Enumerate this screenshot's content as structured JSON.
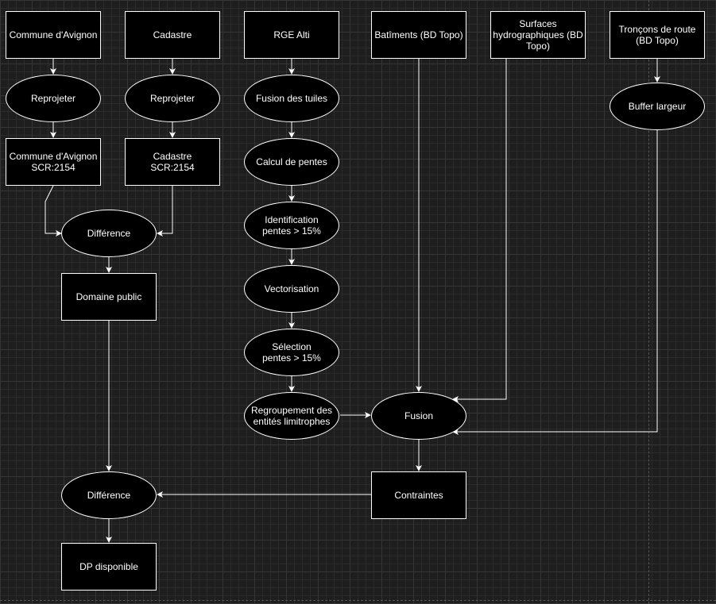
{
  "nodes": {
    "commune": "Commune d'Avignon",
    "cadastre": "Cadastre",
    "rge": "RGE Alti",
    "batiments": "Batîments (BD Topo)",
    "surfaces": "Surfaces\nhydrographiques (BD\nTopo)",
    "troncons": "Tronçons de route\n(BD Topo)",
    "reprojeter1": "Reprojeter",
    "reprojeter2": "Reprojeter",
    "fusion_tuiles": "Fusion des tuiles",
    "buffer": "Buffer largeur",
    "commune_scr": "Commune d'Avignon\nSCR:2154",
    "cadastre_scr": "Cadastre\nSCR:2154",
    "calcul_pentes": "Calcul de pentes",
    "difference1": "Différence",
    "identification": "Identification\npentes > 15%",
    "domaine_public": "Domaine public",
    "vectorisation": "Vectorisation",
    "selection": "Sélection\npentes > 15%",
    "regroupement": "Regroupement des\nentités limitrophes",
    "fusion": "Fusion",
    "difference2": "Différence",
    "contraintes": "Contraintes",
    "dp_disponible": "DP disponible"
  },
  "colors": {
    "background": "#1e1e1e",
    "node_fill": "#000000",
    "stroke": "#ffffff",
    "text": "#ffffff"
  }
}
